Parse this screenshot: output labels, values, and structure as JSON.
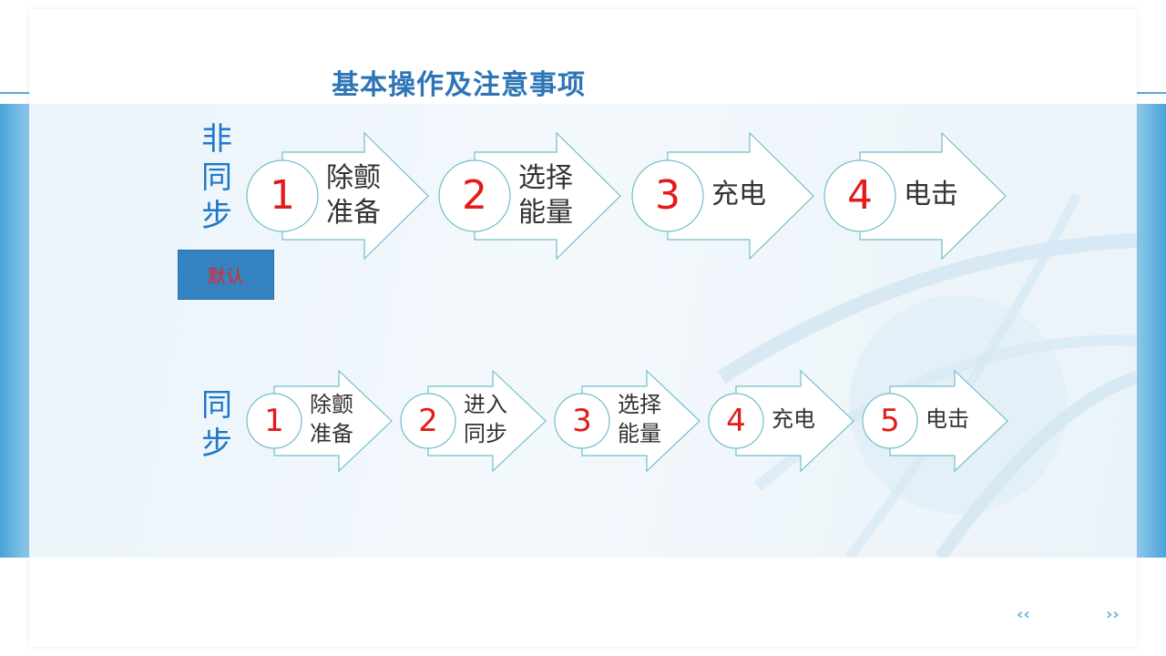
{
  "title": "基本操作及注意事项",
  "non_sync": {
    "label_chars": [
      "非",
      "同",
      "步"
    ],
    "default_button": "默认",
    "steps": [
      {
        "num": "1",
        "lines": [
          "除颤",
          "准备"
        ]
      },
      {
        "num": "2",
        "lines": [
          "选择",
          "能量"
        ]
      },
      {
        "num": "3",
        "lines": [
          "充电"
        ]
      },
      {
        "num": "4",
        "lines": [
          "电击"
        ]
      }
    ]
  },
  "sync": {
    "label_chars": [
      "同",
      "步"
    ],
    "steps": [
      {
        "num": "1",
        "lines": [
          "除颤",
          "准备"
        ]
      },
      {
        "num": "2",
        "lines": [
          "进入",
          "同步"
        ]
      },
      {
        "num": "3",
        "lines": [
          "选择",
          "能量"
        ]
      },
      {
        "num": "4",
        "lines": [
          "充电"
        ]
      },
      {
        "num": "5",
        "lines": [
          "电击"
        ]
      }
    ]
  },
  "nav": {
    "prev": "‹‹",
    "next": "››"
  },
  "colors": {
    "accent": "#2e75b6",
    "number": "#e41b1b",
    "arrow_stroke": "#6fbfc9",
    "button": "#3582c0"
  }
}
